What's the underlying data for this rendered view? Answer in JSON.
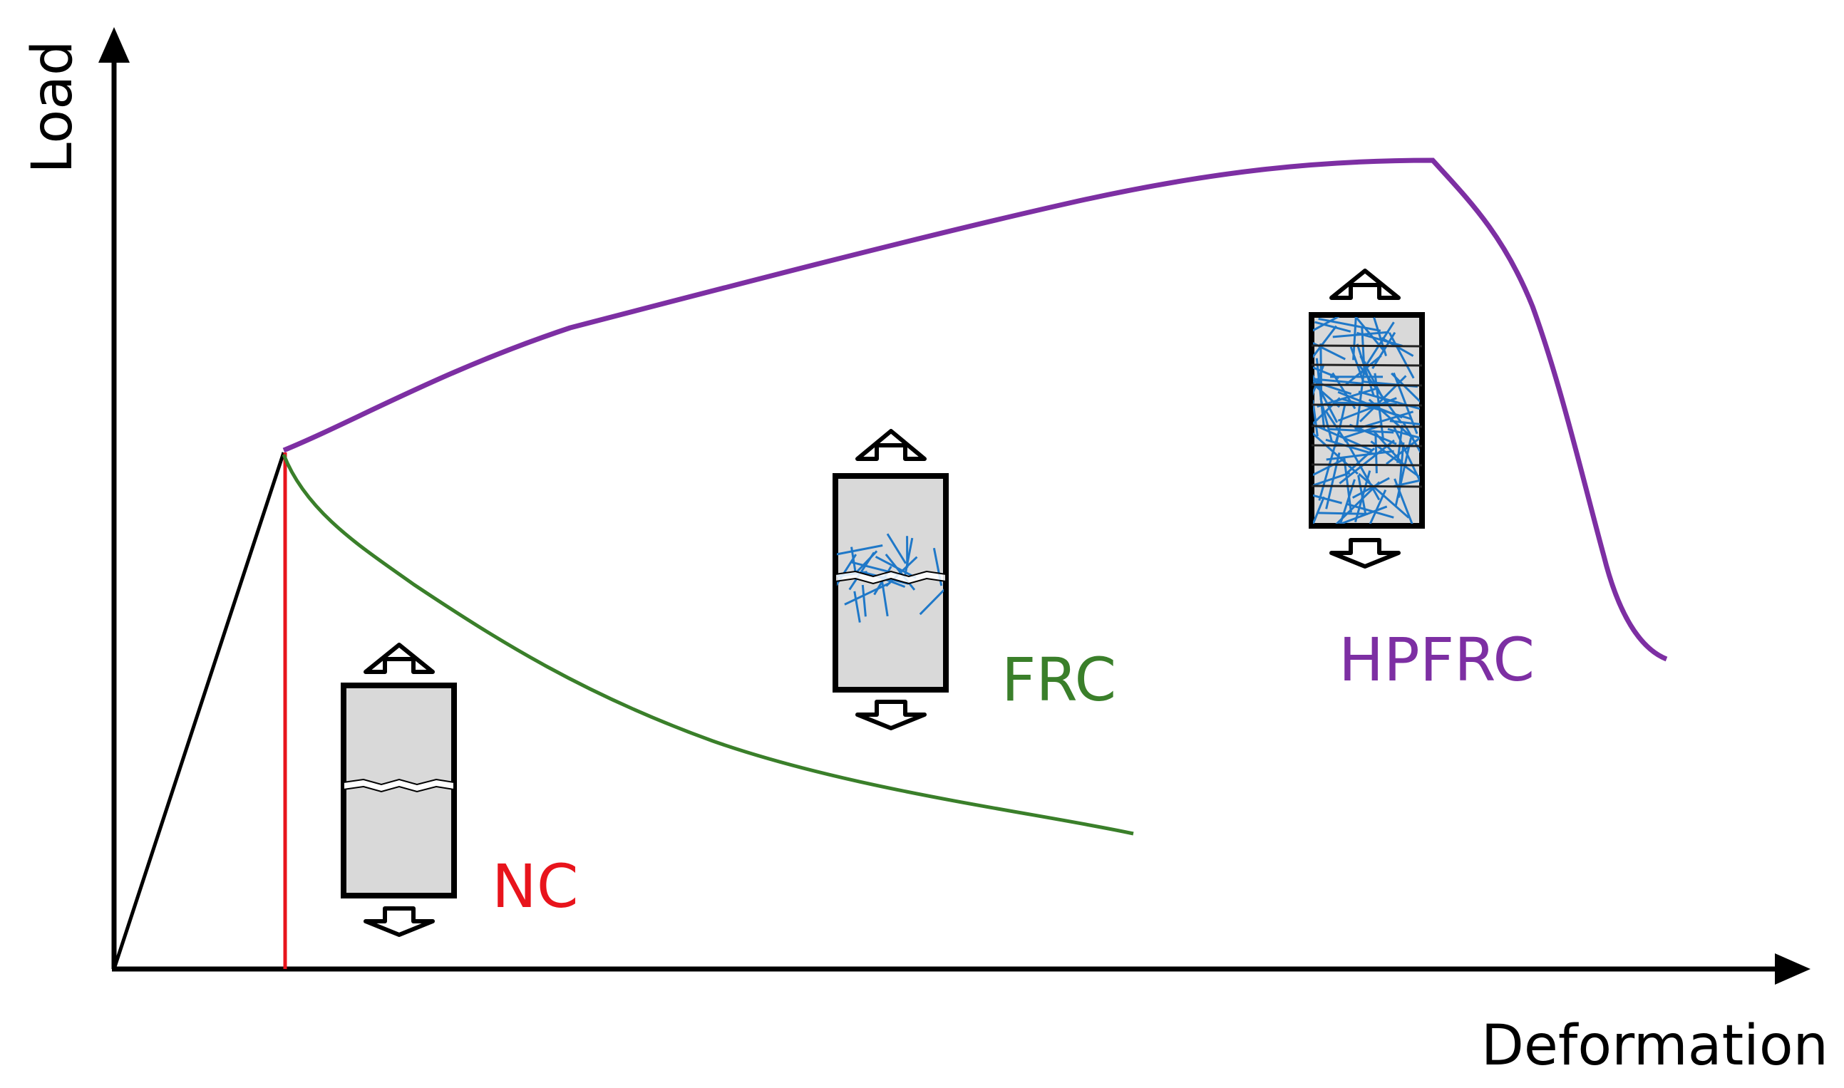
{
  "axes": {
    "y_label": "Load",
    "x_label": "Deformation"
  },
  "curves": [
    {
      "name": "NC",
      "color": "#e8141c",
      "behavior": "brittle drop at cracking load"
    },
    {
      "name": "FRC",
      "color": "#3a7f2a",
      "behavior": "softening after cracking"
    },
    {
      "name": "HPFRC",
      "color": "#7d2fa3",
      "behavior": "strain hardening, then softening"
    }
  ],
  "elastic_color": "#000000",
  "specimens": {
    "fill": "#d9d9d9",
    "fiber_color": "#1f78c8"
  }
}
